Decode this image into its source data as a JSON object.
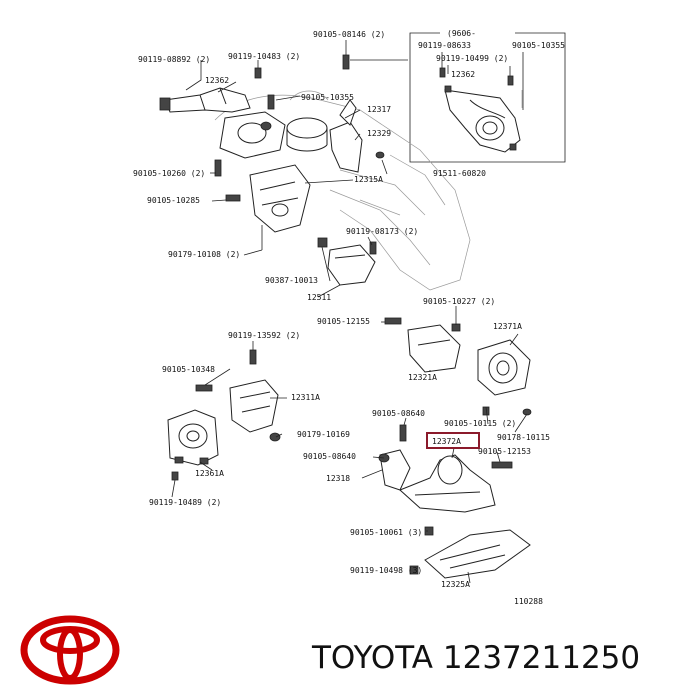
{
  "inset": {
    "title": "(9606-"
  },
  "labels": [
    "90119-08892 (2)",
    "90119-10483 (2)",
    "90105-08146 (2)",
    "12362",
    "90105-10355",
    "12317",
    "12329",
    "90105-10260 (2)",
    "12315A",
    "91511-60820",
    "90105-10285",
    "90119-08173 (2)",
    "90179-10108 (2)",
    "90387-10013",
    "12511",
    "90105-10227 (2)",
    "90105-12155",
    "12371A",
    "90119-13592 (2)",
    "12321A",
    "90105-10348",
    "12311A",
    "90179-10169",
    "90105-08640",
    "90105-10115 (2)",
    "90178-10115",
    "90105-08640",
    "90105-12153",
    "12361A",
    "12318",
    "90119-10489 (2)",
    "90105-10061 (3)",
    "90119-10498 (3)",
    "12325A"
  ],
  "inset_labels": [
    "90119-08633",
    "90105-10355",
    "90119-10499 (2)",
    "12362"
  ],
  "highlight": {
    "label": "12372A",
    "color": "#8b1a2b"
  },
  "figure_code": "110288",
  "brand": "TOYOTA",
  "part_number": "1237211250",
  "logo_color": "#cc0000"
}
